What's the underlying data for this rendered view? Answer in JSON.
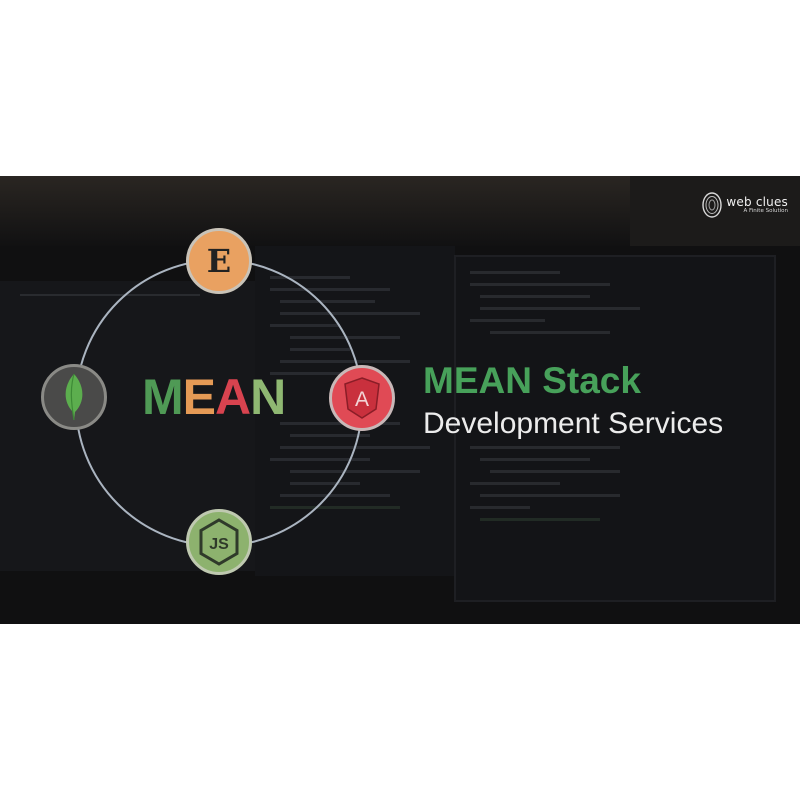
{
  "brand": {
    "name": "web clues",
    "tagline": "A Finite Solution",
    "icon": "fingerprint-logo-icon"
  },
  "diagram": {
    "word_letters": [
      {
        "char": "M",
        "color": "#4f9a55"
      },
      {
        "char": "E",
        "color": "#e59a55"
      },
      {
        "char": "A",
        "color": "#d8434f"
      },
      {
        "char": "N",
        "color": "#8fb872"
      }
    ],
    "nodes": {
      "top_label": "E",
      "right_label": "A",
      "bottom_label": "JS"
    },
    "icons": {
      "left": "mongodb-leaf-icon",
      "right": "angular-shield-icon",
      "bottom": "nodejs-hexagon-icon"
    }
  },
  "heading": {
    "title": "MEAN Stack",
    "subtitle": "Development Services"
  },
  "colors": {
    "title_green": "#47a15a",
    "background": "#0f0f10",
    "express_orange": "#e9a161",
    "mongo_gray": "#4a4a49",
    "angular_red": "#e04a55",
    "node_green": "#8db26e"
  }
}
